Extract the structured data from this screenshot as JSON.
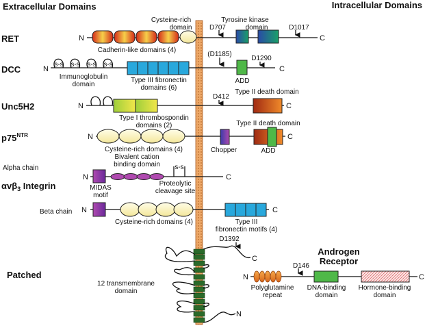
{
  "headers": {
    "extracellular": "Extracellular Domains",
    "intracellular": "Intracellular Domains"
  },
  "terminals": {
    "n": "N",
    "c": "C"
  },
  "proteins": {
    "ret": {
      "name": "RET",
      "labels": {
        "cadherin": "Cadherin-like domains (4)",
        "cys_rich_1": "Cysteine-rich",
        "cys_rich_2": "domain",
        "tk_1": "Tyrosine kinase",
        "tk_2": "domain",
        "site1": "D707",
        "site2": "D1017"
      }
    },
    "dcc": {
      "name": "DCC",
      "labels": {
        "ss": "s-s",
        "ig_1": "Immunoglobulin",
        "ig_2": "domain",
        "fn_1": "Type III fibronectin",
        "fn_2": "domains (6)",
        "site1": "(D1185)",
        "site2": "D1290",
        "add": "ADD"
      }
    },
    "unc5h2": {
      "name": "Unc5H2",
      "labels": {
        "site": "D412",
        "death": "Type II death domain",
        "tsp_1": "Type I thrombospondin",
        "tsp_2": "domains (2)"
      }
    },
    "p75": {
      "name": "p75",
      "name_sup": "NTR",
      "labels": {
        "death": "Type II death domain",
        "cys": "Cysteine-rich domains (4)",
        "chopper": "Chopper",
        "add": "ADD"
      }
    },
    "integrin": {
      "name_pre": "αvβ",
      "name_sub": "3",
      "name_post": " Integrin",
      "labels": {
        "alpha": "Alpha chain",
        "bivalent_1": "Bivalent cation",
        "bivalent_2": "binding domain",
        "ss": "s-s",
        "midas_1": "MIDAS",
        "midas_2": "motif",
        "proteo_1": "Proteolytic",
        "proteo_2": "cleavage site",
        "beta": "Beta chain",
        "cys": "Cysteine-rich domains (4)",
        "fn_1": "Type III",
        "fn_2": "fibronectin motifs (4)"
      }
    },
    "patched": {
      "name": "Patched",
      "labels": {
        "site": "D1392",
        "tm_1": "12 transmembrane",
        "tm_2": "domain"
      }
    },
    "androgen": {
      "name_1": "Androgen",
      "name_2": "Receptor",
      "labels": {
        "site": "D146",
        "polyq_1": "Polyglutamine",
        "polyq_2": "repeat",
        "dna_1": "DNA-binding",
        "dna_2": "domain",
        "hormone_1": "Hormone-binding",
        "hormone_2": "domain"
      }
    }
  },
  "colors": {
    "membrane": "#e8a060",
    "fibronectin": "#29a8dc",
    "add": "#4fb848",
    "kinase": "#2e6bb0",
    "death": "#b0401a",
    "midas": "#8a3a9a",
    "ig_loop": "#b03a9e",
    "cys_fill": "#fff6b8",
    "polyq": "#e8841e"
  }
}
